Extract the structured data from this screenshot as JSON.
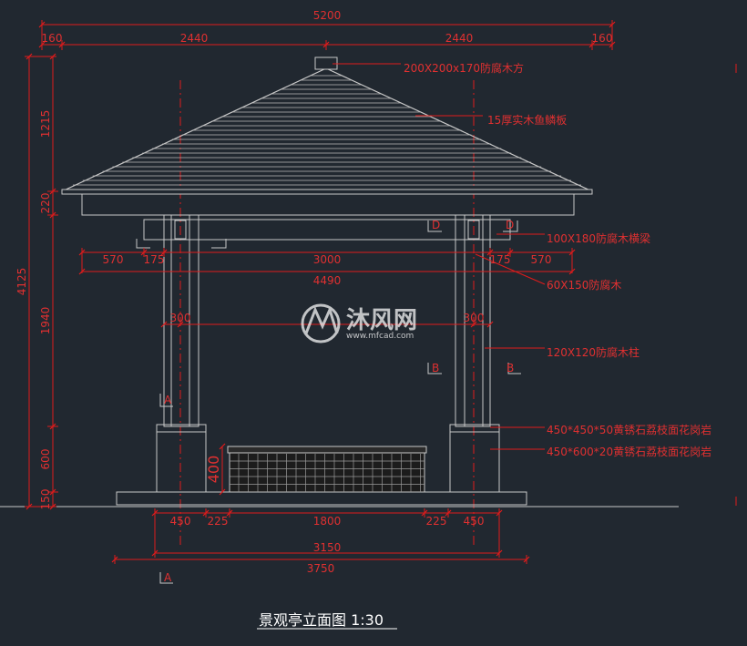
{
  "colors": {
    "background": "#212830",
    "line": "#c8c8c8",
    "dim": "#e01b1b",
    "center": "#e01b1b",
    "text": "#e03030",
    "title": "#ffffff"
  },
  "title": "景观亭立面图 1:30",
  "dims_top": {
    "overall": "5200",
    "left_edge": "160",
    "left_span": "2440",
    "right_span": "2440",
    "right_edge": "160"
  },
  "dims_left": {
    "total": "4125",
    "roof": "1215",
    "eave": "220",
    "column": "1940",
    "base": "600",
    "plinth": "150"
  },
  "dims_beam": {
    "left_outer": "570",
    "left_inner": "175",
    "middle": "3000",
    "right_inner": "175",
    "right_outer": "570",
    "overall": "4490"
  },
  "dims_mid": {
    "left": "300",
    "right": "300"
  },
  "dims_bottom": {
    "left_base": "450",
    "left_gap": "225",
    "bench": "1800",
    "right_gap": "225",
    "right_base": "450",
    "inner": "3150",
    "outer": "3750"
  },
  "bench_height": "400",
  "labels": {
    "cap": "200X200x170防腐木方",
    "roof": "15厚实木鱼鳞板",
    "beam": "100X180防腐木横梁",
    "brace": "60X150防腐木",
    "column": "120X120防腐木柱",
    "cap_stone": "450*450*50黄锈石荔枝面花岗岩",
    "base_stone": "450*600*20黄锈石荔枝面花岗岩"
  },
  "section_marks": {
    "a_left": "A",
    "a_bottom": "A",
    "b_left": "B",
    "b_right": "B",
    "d_left": "D",
    "d_right": "D"
  },
  "watermark": {
    "brand": "沐风网",
    "url": "www.mfcad.com"
  }
}
